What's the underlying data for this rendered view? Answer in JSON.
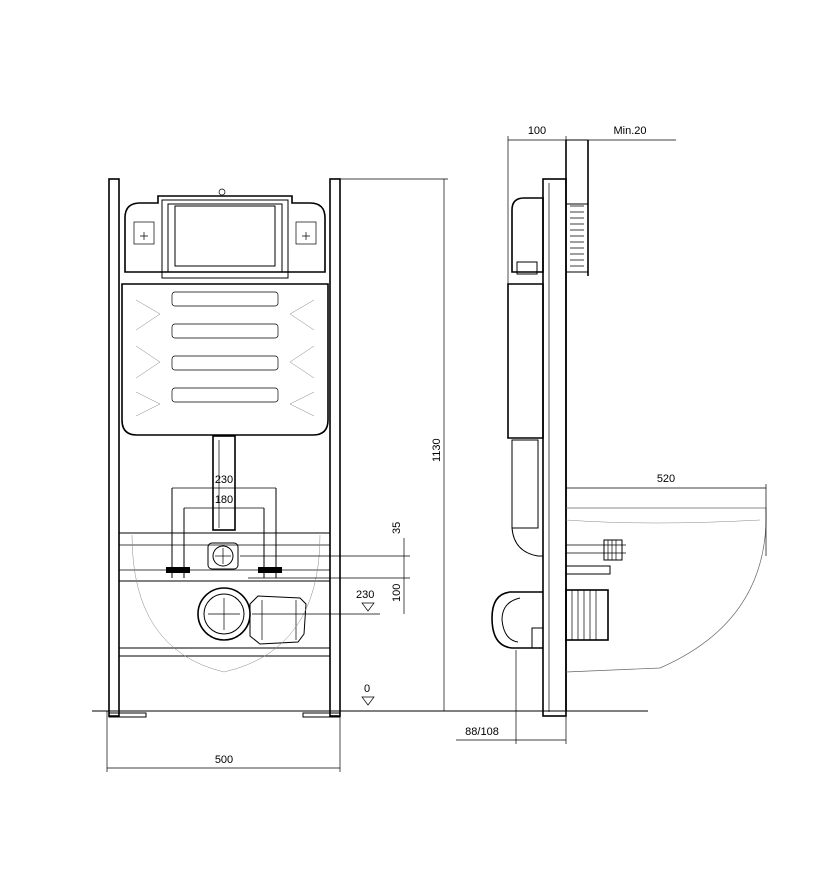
{
  "dimensions": {
    "height_total": "1130",
    "width_total": "500",
    "bolt_spacing_outer": "230",
    "bolt_spacing_inner": "180",
    "inlet_offset": "35",
    "inlet_to_drain": "100",
    "drain_height": "230",
    "floor_level": "0",
    "frame_depth": "100",
    "min_clearance": "Min.20",
    "bowl_projection": "520",
    "drain_depth": "88/108"
  }
}
